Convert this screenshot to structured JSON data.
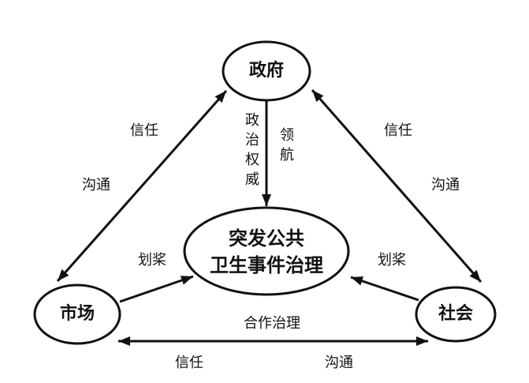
{
  "nodes": {
    "government": "政府",
    "market": "市场",
    "society": "社会",
    "center_line1": "突发公共",
    "center_line2": "卫生事件治理"
  },
  "edges": {
    "gov_market": {
      "label1": "信任",
      "label2": "沟通"
    },
    "gov_society": {
      "label1": "信任",
      "label2": "沟通"
    },
    "gov_center": {
      "label1": "政治权威",
      "label2": "领航"
    },
    "market_center": {
      "label": "划桨"
    },
    "society_center": {
      "label": "划桨"
    },
    "market_society": {
      "label": "合作治理",
      "label1": "信任",
      "label2": "沟通"
    }
  },
  "colors": {
    "ink": "#111111",
    "background": "#ffffff"
  }
}
